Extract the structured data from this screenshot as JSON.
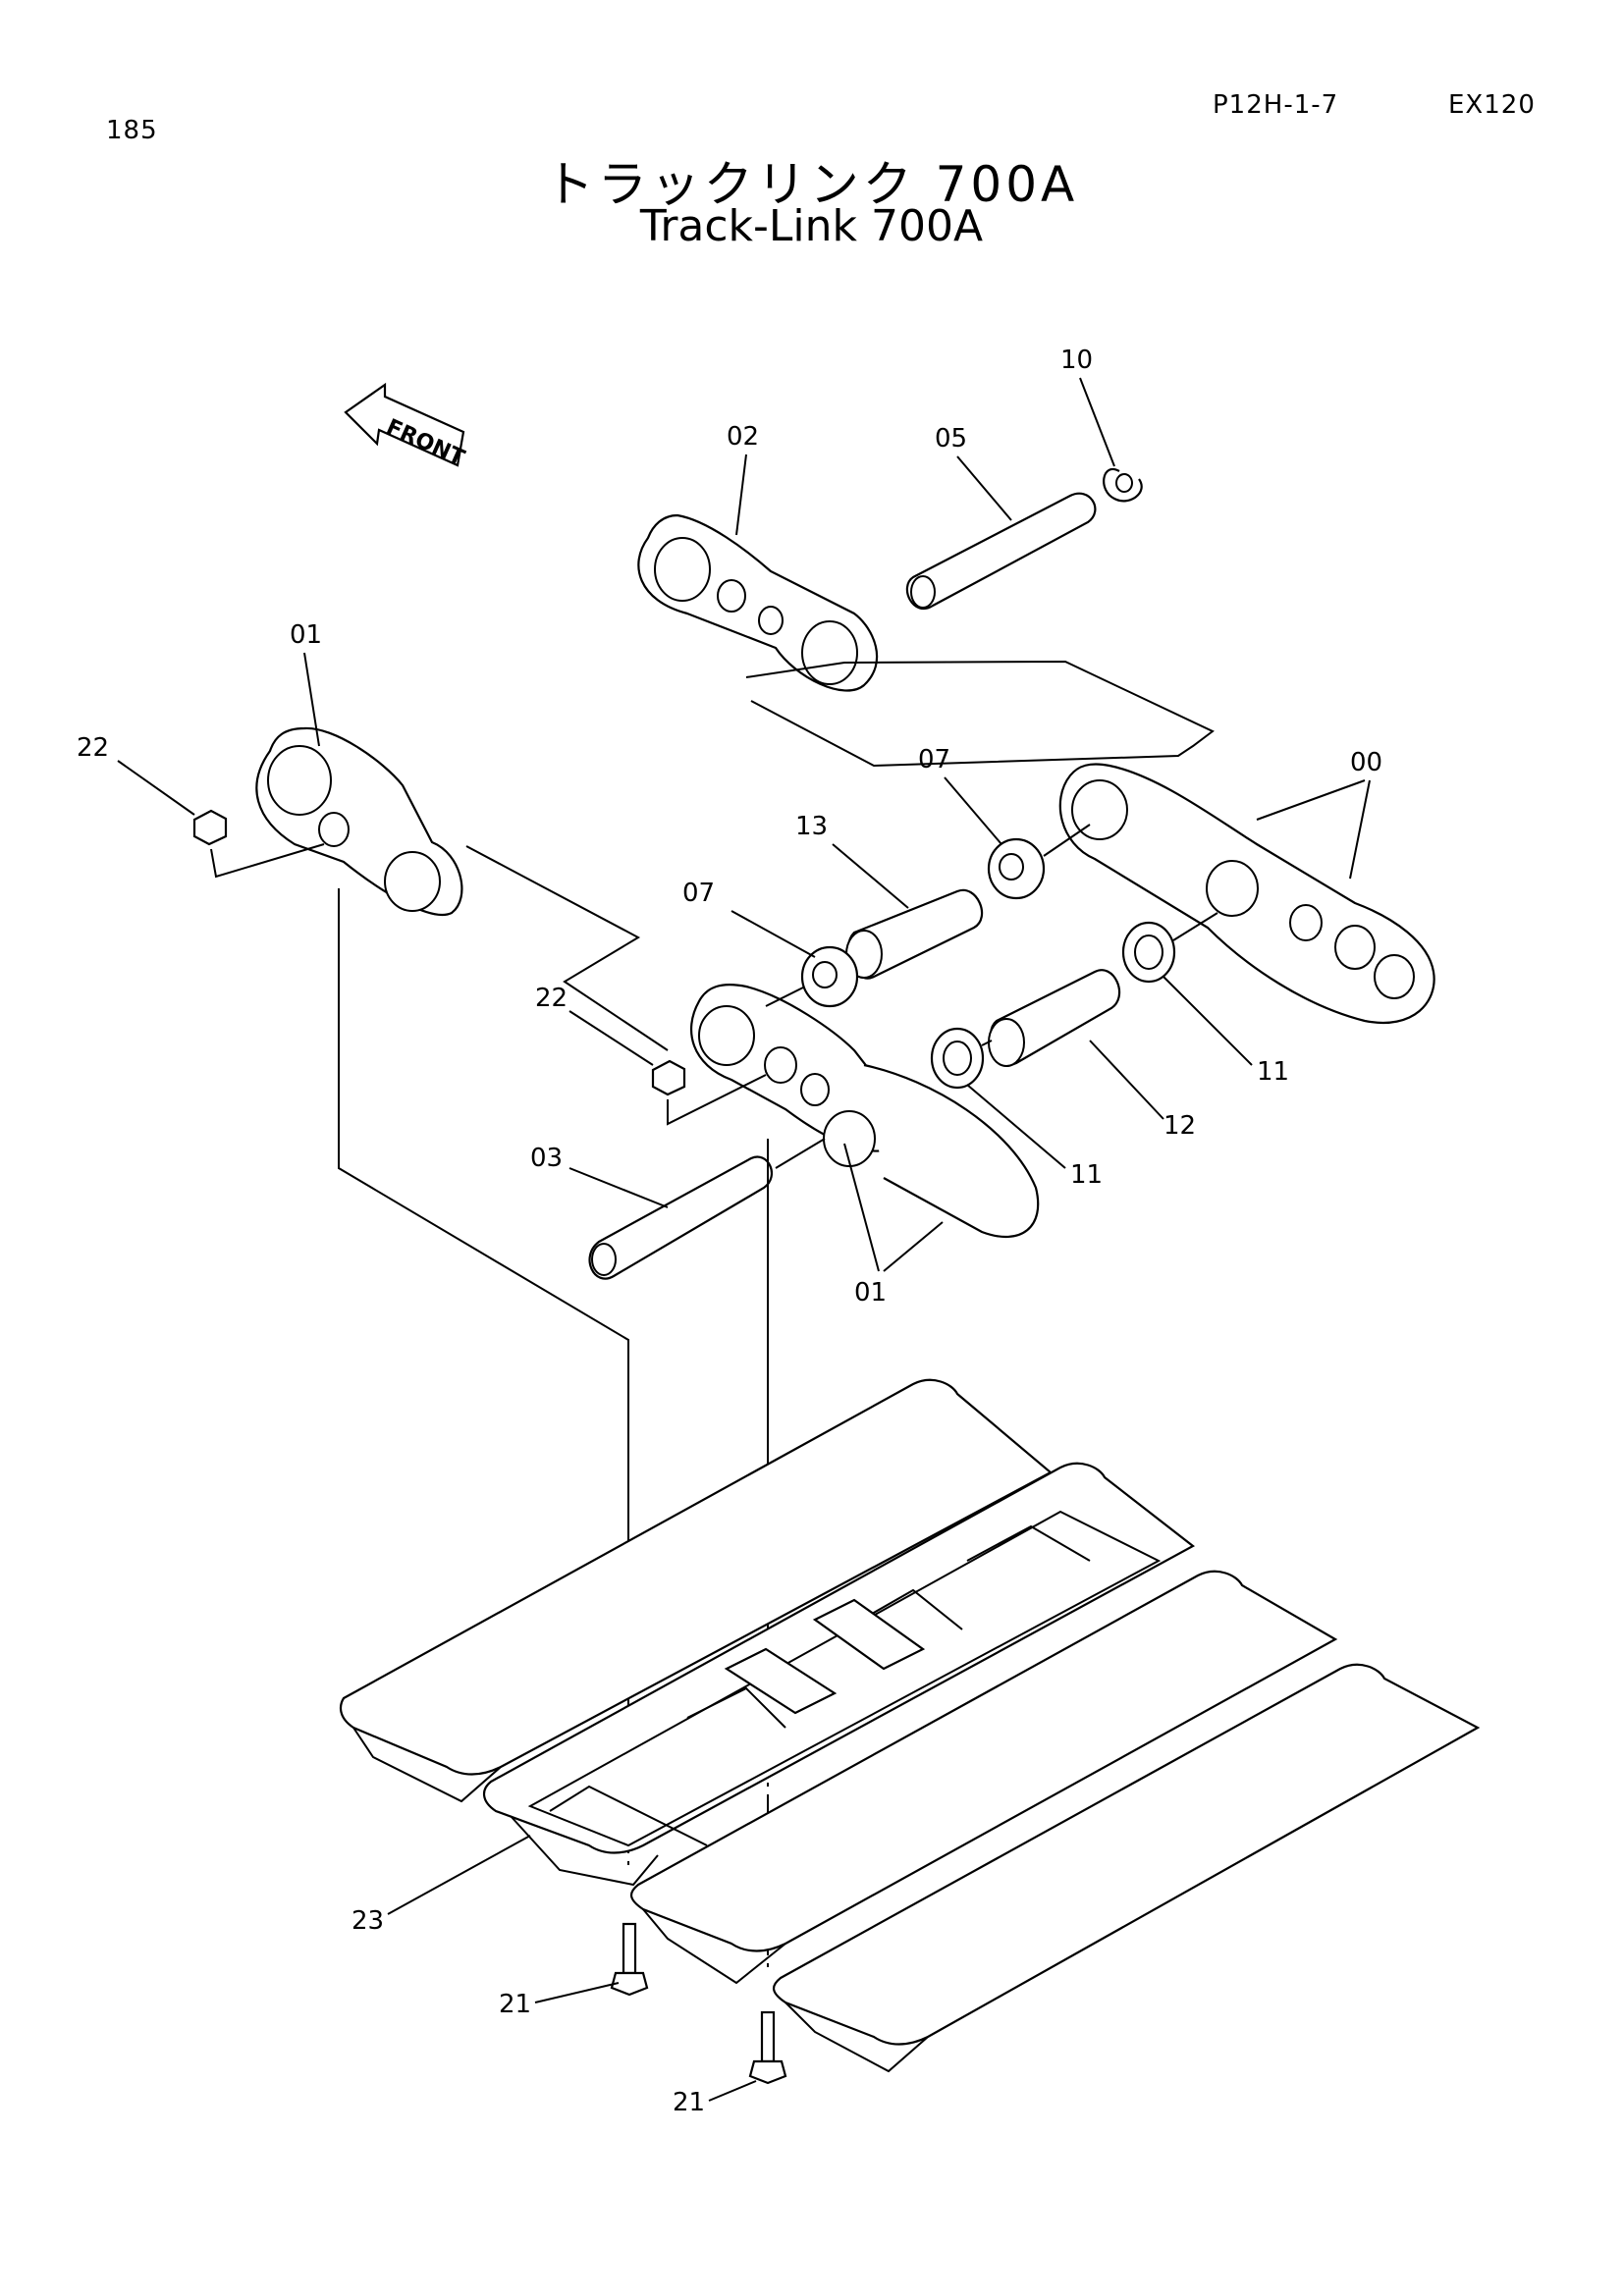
{
  "header": {
    "page_number": "185",
    "ref_code": "P12H-1-7",
    "model": "EX120"
  },
  "title": {
    "japanese": "トラックリンク 700A",
    "english": "Track-Link 700A"
  },
  "orientation_label": "FRONT",
  "callouts": {
    "c00": "00",
    "c01_top": "01",
    "c01_bottom": "01",
    "c02": "02",
    "c03": "03",
    "c05": "05",
    "c07_upper": "07",
    "c07_lower": "07",
    "c10": "10",
    "c11_right": "11",
    "c11_lower": "11",
    "c12": "12",
    "c13": "13",
    "c21_upper": "21",
    "c21_lower": "21",
    "c22_upper": "22",
    "c22_lower": "22",
    "c23": "23"
  }
}
